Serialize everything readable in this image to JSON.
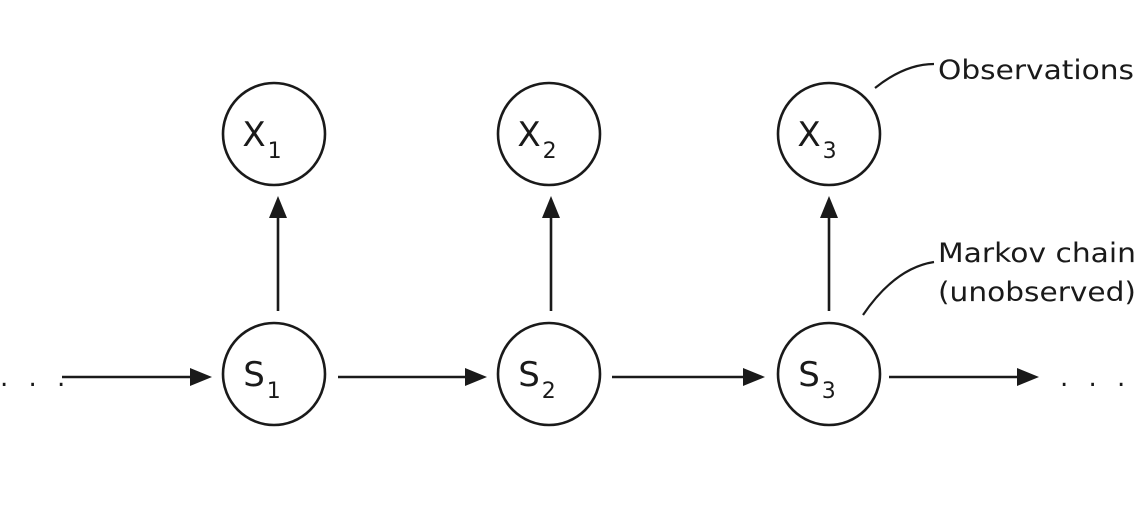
{
  "diagram": {
    "nodes": {
      "x1": {
        "letter": "X",
        "sub": "1"
      },
      "x2": {
        "letter": "X",
        "sub": "2"
      },
      "x3": {
        "letter": "X",
        "sub": "3"
      },
      "s1": {
        "letter": "S",
        "sub": "1"
      },
      "s2": {
        "letter": "S",
        "sub": "2"
      },
      "s3": {
        "letter": "S",
        "sub": "3"
      }
    },
    "ellipsis_left": ". . .",
    "ellipsis_right": ". . .",
    "annotations": {
      "observations": "Observations",
      "markov_line1": "Markov chain",
      "markov_line2": "(unobserved)"
    }
  }
}
